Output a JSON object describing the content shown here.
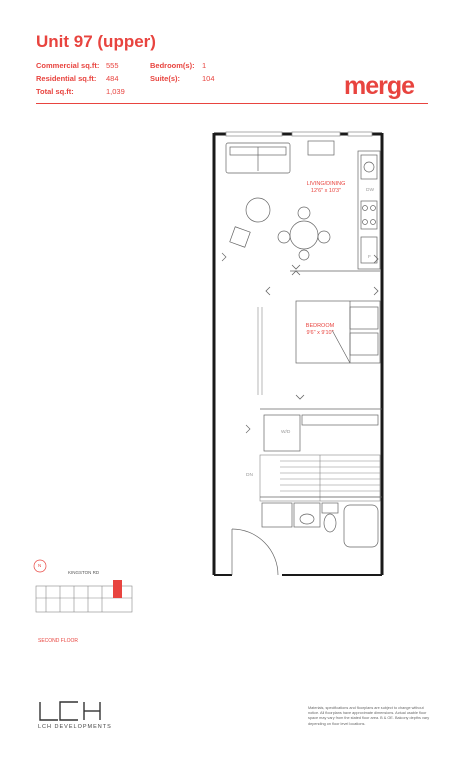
{
  "unit": {
    "title": "Unit 97 (upper)"
  },
  "stats": {
    "commercial_label": "Commercial sq.ft:",
    "commercial_value": "555",
    "residential_label": "Residential sq.ft:",
    "residential_value": "484",
    "total_label": "Total sq.ft:",
    "total_value": "1,039",
    "bedrooms_label": "Bedroom(s):",
    "bedrooms_value": "1",
    "suites_label": "Suite(s):",
    "suites_value": "104"
  },
  "brand": {
    "name": "merge"
  },
  "rooms": {
    "living_name": "LIVING/DINING",
    "living_dims": "12'6\" x 10'3\"",
    "bedroom_name": "BEDROOM",
    "bedroom_dims": "9'6\" x 9'10\""
  },
  "fixtures": {
    "dishwasher": "DW",
    "fridge": "F",
    "washer_dryer": "W/D",
    "stair_down": "DN"
  },
  "keyplan": {
    "north": "N",
    "street": "KINGSTON RD",
    "floor": "SECOND FLOOR"
  },
  "developer": {
    "name": "LCH DEVELOPMENTS"
  },
  "disclaimer": "Materials, specifications and floorplans are subject to change without notice. All floorplans have approximate dimensions. Actual usable floor space may vary from the stated floor area. B & OE. Balcony depths vary depending on floor level locations.",
  "colors": {
    "accent": "#e8443f",
    "wall": "#1a1a1a",
    "line": "#888888"
  }
}
